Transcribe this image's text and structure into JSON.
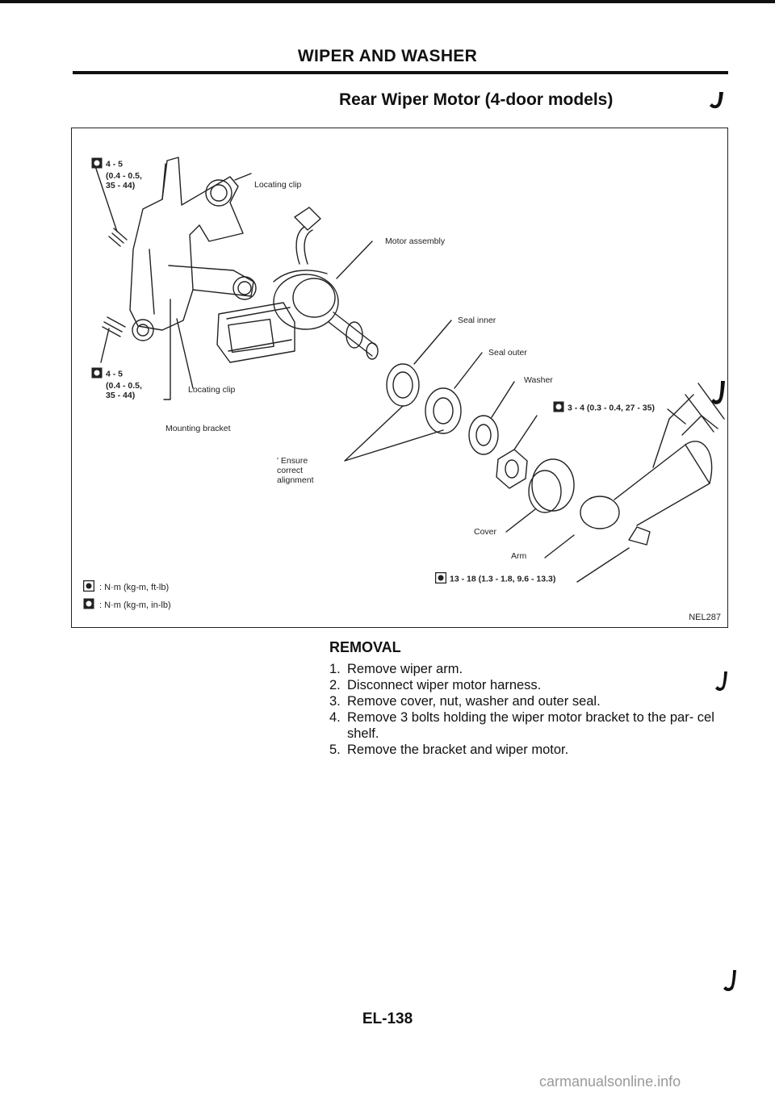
{
  "header": {
    "title": "WIPER AND WASHER"
  },
  "section": {
    "title": "Rear Wiper Motor (4-door models)"
  },
  "diagram": {
    "torque_top_left": [
      "4 - 5",
      "(0.4 - 0.5,",
      "35 - 44)"
    ],
    "torque_mid_left": [
      "4 - 5",
      "(0.4 - 0.5,",
      "35 - 44)"
    ],
    "torque_nut": "3 - 4 (0.3 - 0.4, 27 - 35)",
    "torque_arm": "13 - 18 (1.3 - 1.8, 9.6 - 13.3)",
    "labels": {
      "locating_clip_top": "Locating clip",
      "motor_assembly": "Motor assembly",
      "seal_inner": "Seal inner",
      "seal_outer": "Seal outer",
      "washer": "Washer",
      "locating_clip_bottom": "Locating clip",
      "mounting_bracket": "Mounting bracket",
      "ensure_alignment": [
        "' Ensure",
        "correct",
        "alignment"
      ],
      "cover": "Cover",
      "arm": "Arm"
    },
    "legend": {
      "nm_ftlb": ": N·m (kg-m, ft-lb)",
      "nm_inlb": ": N·m (kg-m, in-lb)"
    },
    "figure_id": "NEL287"
  },
  "removal": {
    "title": "REMOVAL",
    "steps": [
      {
        "num": "1.",
        "text": "Remove wiper arm."
      },
      {
        "num": "2.",
        "text": "Disconnect wiper motor harness."
      },
      {
        "num": "3.",
        "text": "Remove cover, nut, washer and outer seal."
      },
      {
        "num": "4.",
        "text": "Remove 3 bolts holding the wiper motor bracket to the par- cel shelf."
      },
      {
        "num": "5.",
        "text": "Remove the bracket and wiper motor."
      }
    ]
  },
  "footer": {
    "page_number": "EL-138"
  },
  "watermark": {
    "text": "carmanualsonline.info"
  }
}
